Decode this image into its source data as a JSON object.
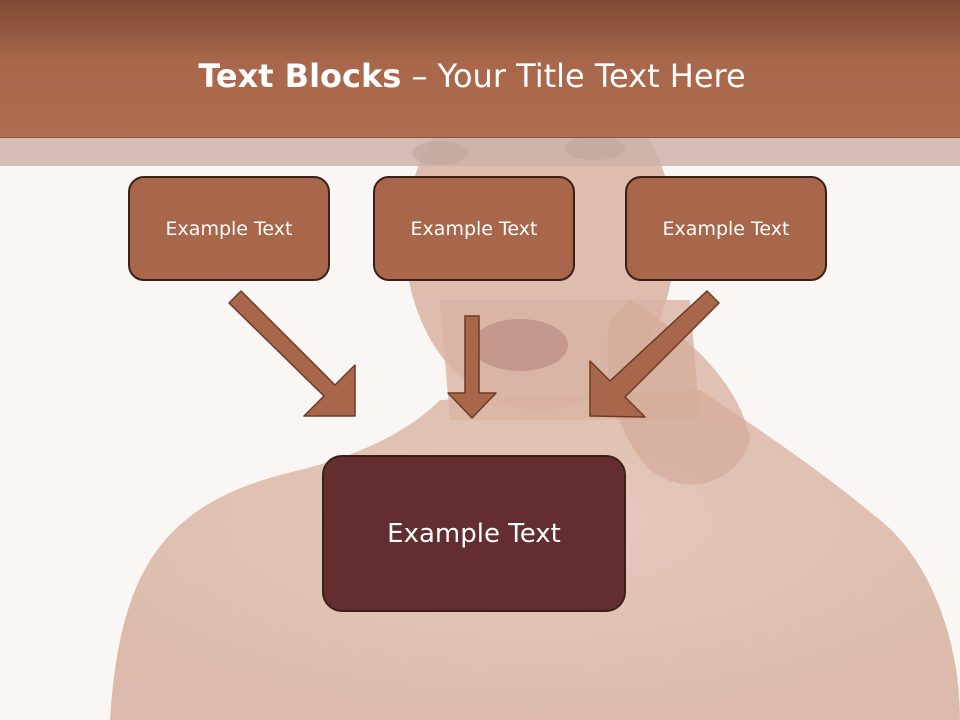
{
  "slide": {
    "title_bold": "Text Blocks",
    "title_rest": " – Your Title Text Here"
  },
  "blocks": {
    "top": [
      {
        "label": "Example Text"
      },
      {
        "label": "Example Text"
      },
      {
        "label": "Example Text"
      }
    ],
    "bottom": {
      "label": "Example Text"
    }
  },
  "colors": {
    "title_bar": "#a8674a",
    "box_fill": "#a8674a",
    "box_border": "#3a2018",
    "bottom_box_fill": "#642e30",
    "arrow_fill": "#a8674a",
    "arrow_stroke": "#6e3b26"
  }
}
